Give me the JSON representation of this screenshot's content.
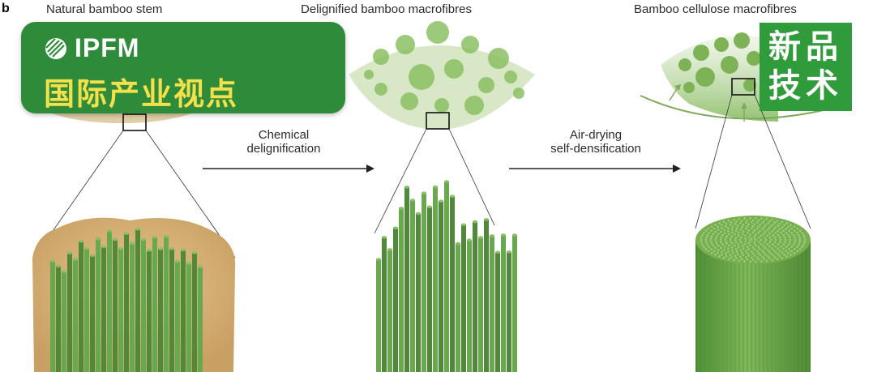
{
  "figure": {
    "panel_label": "b",
    "stages": [
      {
        "title": "Natural bamboo stem"
      },
      {
        "title": "Delignified bamboo macrofibres"
      },
      {
        "title": "Bamboo cellulose macrofibres"
      }
    ],
    "steps": [
      {
        "line1": "Chemical",
        "line2": "delignification"
      },
      {
        "line1": "Air-drying",
        "line2": "self-densification"
      }
    ]
  },
  "watermark_badge": {
    "brand": "IPFM",
    "subtitle": "国际产业视点",
    "colors": {
      "background": "#2e8b3a",
      "brand_text": "#ffffff",
      "subtitle_text": "#f4e04a"
    }
  },
  "corner_tag": {
    "line1": "新品",
    "line2": "技术",
    "colors": {
      "background": "#2f9b3a",
      "text": "#ffffff"
    }
  },
  "palette": {
    "fibre": "#6aa84f",
    "fibre_dark": "#4e8a3a",
    "fibre_light": "#8cc063",
    "lignin": "#d8b47a"
  }
}
